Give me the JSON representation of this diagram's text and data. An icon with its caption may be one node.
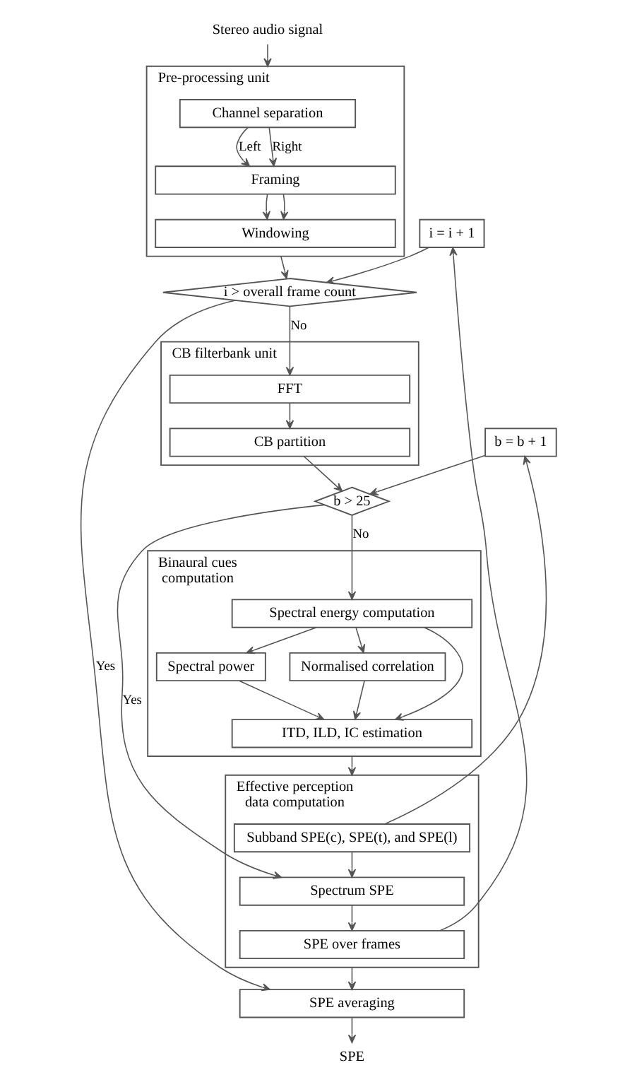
{
  "diagram": {
    "nodes": [
      {
        "text": [
          "Stereo audio signal"
        ]
      },
      {
        "text": [
          "Pre-processing unit"
        ]
      },
      {
        "text": [
          "Channel separation"
        ],
        "in": 1
      },
      {
        "text": [
          "Framing"
        ],
        "in": 1
      },
      {
        "text": [
          "Windowing"
        ],
        "in": 1
      },
      {
        "text": [
          "i > overall frame count"
        ]
      },
      {
        "text": [
          "CB filterbank unit"
        ]
      },
      {
        "text": [
          "FFT"
        ],
        "in": 6
      },
      {
        "text": [
          "CB partition"
        ],
        "in": 6
      },
      {
        "text": [
          "i = i + 1"
        ]
      },
      {
        "text": [
          "b > 25"
        ]
      },
      {
        "text": [
          "Binaural cues computation"
        ]
      },
      {
        "text": [
          "Spectral energy computation"
        ],
        "in": 11
      },
      {
        "text": [
          "b = b + 1"
        ]
      },
      {
        "text": [
          "Spectral power"
        ],
        "in": 11
      },
      {
        "text": [
          "Normalised correlation"
        ],
        "in": 11
      },
      {
        "text": [
          "ITD, ILD, IC estimation"
        ],
        "in": 11
      },
      {
        "text": [
          "Effective perception data computation"
        ]
      },
      {
        "text": [
          "Subband SPE(c), SPE(t), and SPE(l)"
        ],
        "in": 17
      },
      {
        "text": [
          "Spectrum SPE"
        ],
        "in": 17
      },
      {
        "text": [
          "SPE over frames"
        ],
        "in": 17
      },
      {
        "text": [
          "SPE averaging"
        ]
      },
      {
        "text": [
          "SPE"
        ]
      }
    ],
    "edges": [
      {
        "from": 0,
        "to": 1,
        "arrow": "to"
      },
      {
        "from": 2,
        "to": 3,
        "arrow": "to",
        "label": "Left"
      },
      {
        "from": 2,
        "to": 3,
        "arrow": "to",
        "label": "Right"
      },
      {
        "from": 3,
        "to": 4,
        "arrow": "to"
      },
      {
        "from": 3,
        "to": 4,
        "arrow": "to"
      },
      {
        "from": 1,
        "to": 5,
        "arrow": "to"
      },
      {
        "from": 5,
        "to": 7,
        "arrow": "to",
        "label": "No"
      },
      {
        "from": 5,
        "to": 21,
        "arrow": "to",
        "label": "Yes"
      },
      {
        "from": 7,
        "to": 8,
        "arrow": "to"
      },
      {
        "from": 8,
        "to": 10,
        "arrow": "to"
      },
      {
        "from": 10,
        "to": 12,
        "arrow": "to",
        "label": "No"
      },
      {
        "from": 10,
        "to": 19,
        "arrow": "to",
        "label": "Yes"
      },
      {
        "from": 12,
        "to": 14,
        "arrow": "to"
      },
      {
        "from": 12,
        "to": 16,
        "arrow": "to"
      },
      {
        "from": 12,
        "to": 15,
        "arrow": "to"
      },
      {
        "from": 14,
        "to": 16,
        "arrow": "to"
      },
      {
        "from": 15,
        "to": 16,
        "arrow": "to"
      },
      {
        "from": 11,
        "to": 17,
        "arrow": "to"
      },
      {
        "from": 18,
        "to": 13,
        "arrow": "to"
      },
      {
        "from": 13,
        "to": 10,
        "arrow": "to"
      },
      {
        "from": 18,
        "to": 19,
        "arrow": "to"
      },
      {
        "from": 19,
        "to": 20,
        "arrow": "to"
      },
      {
        "from": 20,
        "to": 9,
        "arrow": "to"
      },
      {
        "from": 9,
        "to": 5,
        "arrow": "to"
      },
      {
        "from": 17,
        "to": 21,
        "arrow": "to"
      },
      {
        "from": 21,
        "to": 22,
        "arrow": "to"
      }
    ]
  }
}
